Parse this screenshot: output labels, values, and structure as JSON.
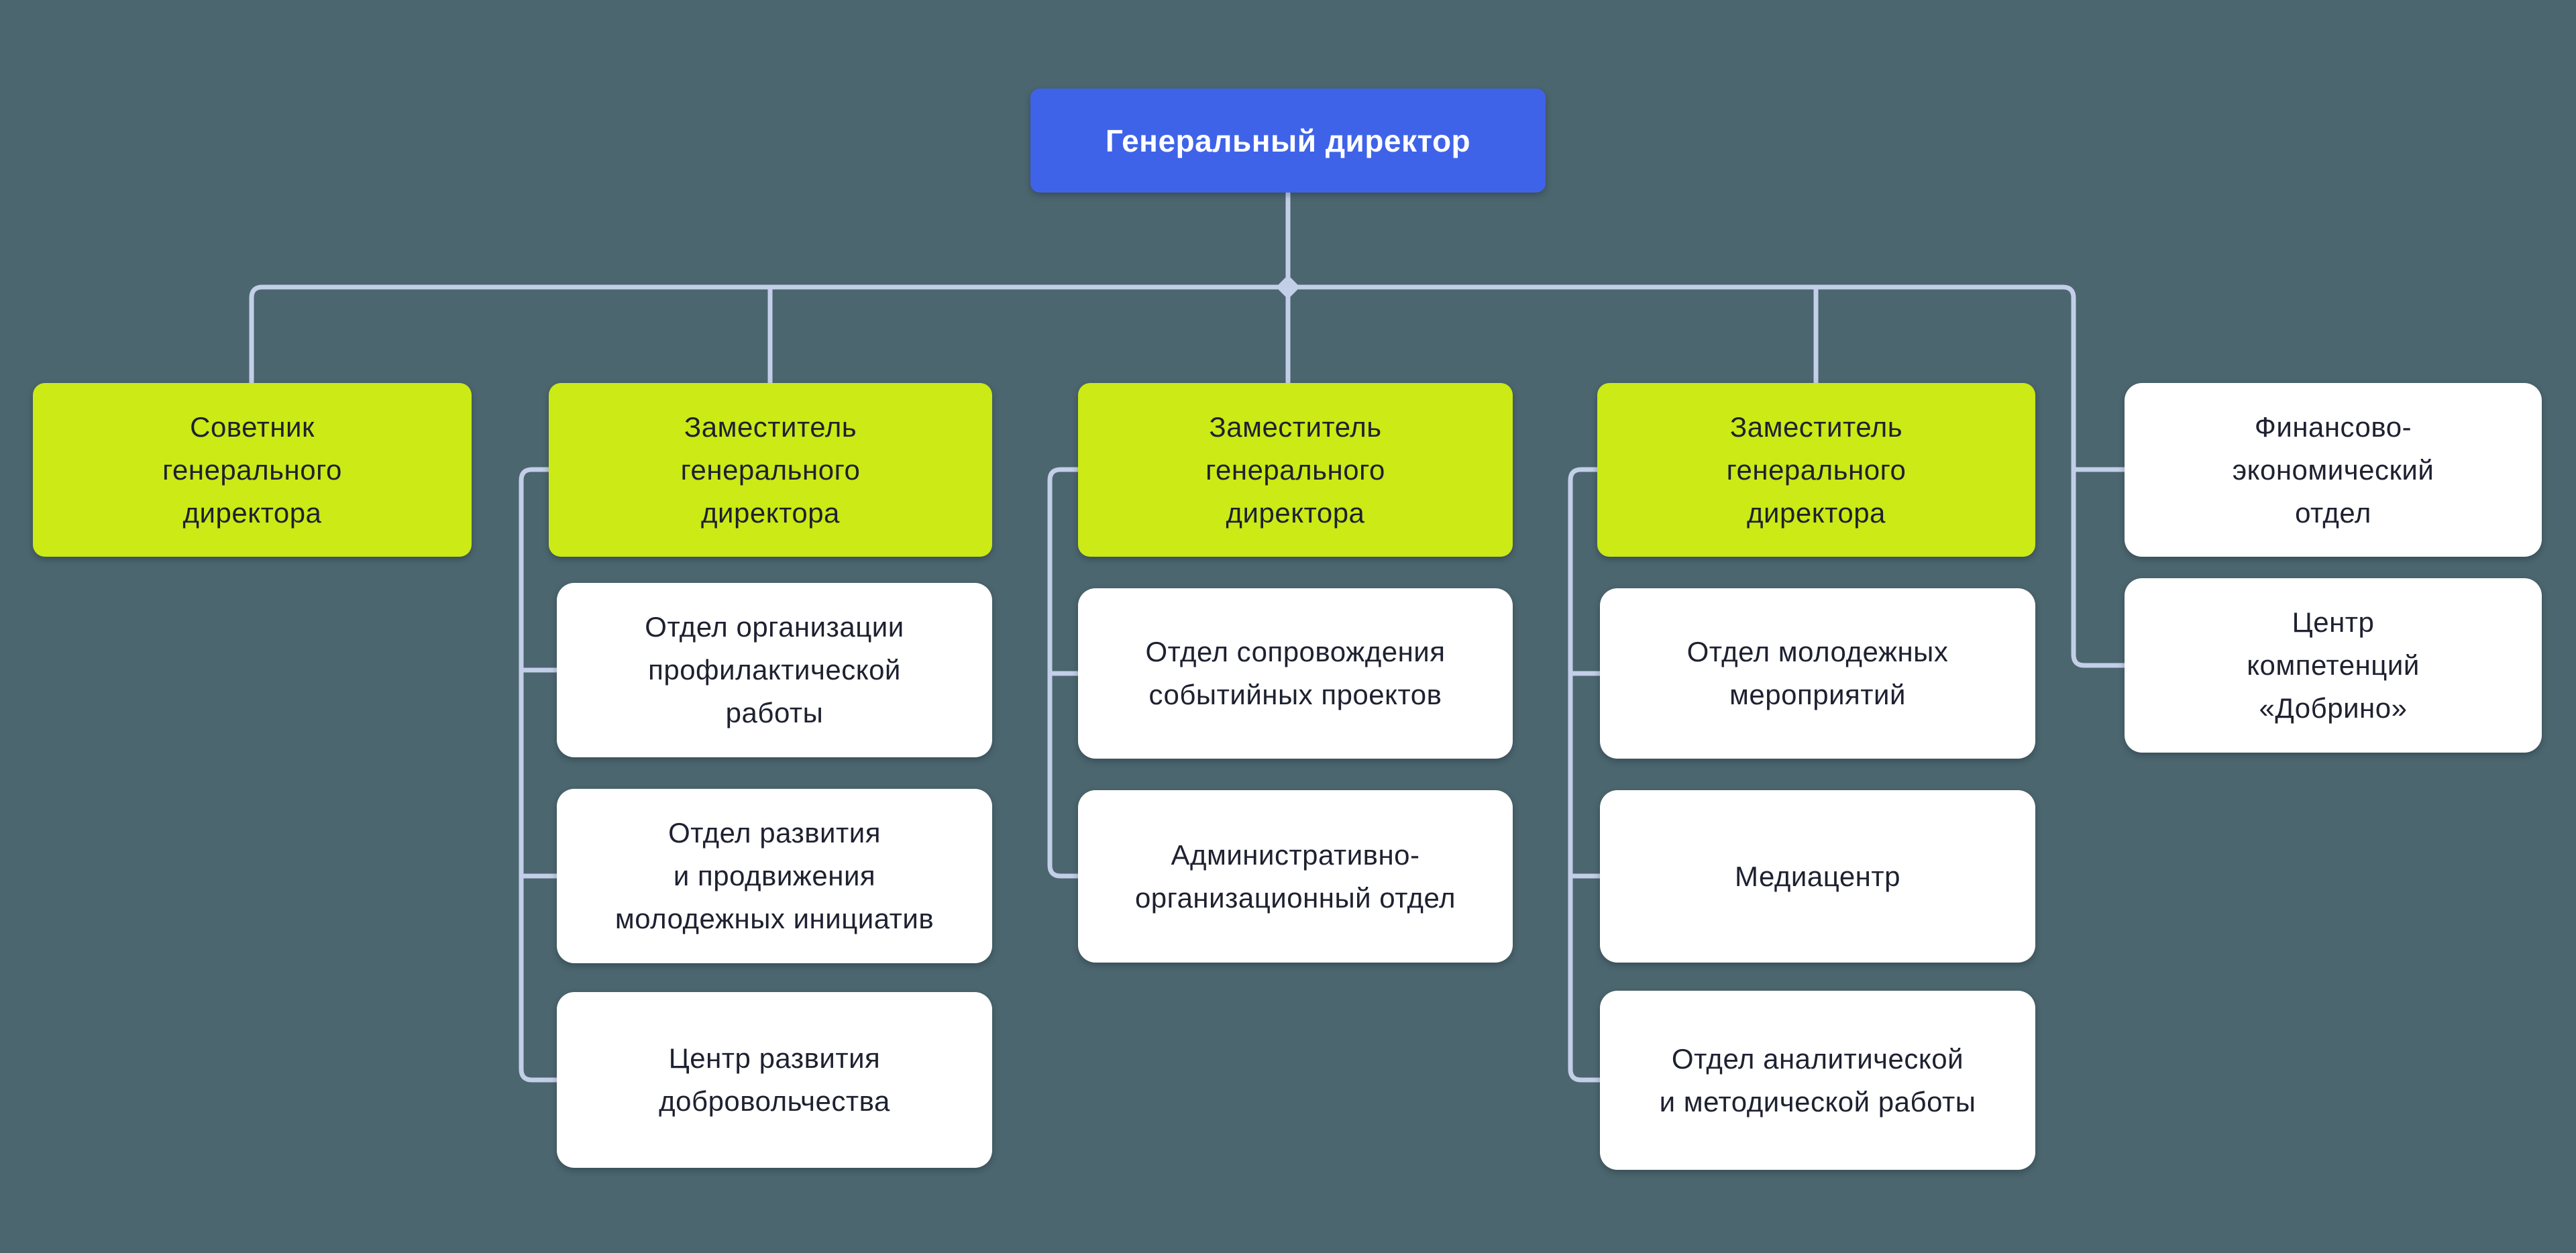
{
  "diagram": {
    "type": "org-chart",
    "language": "ru"
  },
  "colors": {
    "background": "#4C666F",
    "director_fill": "#3F63E8",
    "director_text": "#FFFFFF",
    "management_fill": "#CBEA16",
    "department_fill": "#FFFFFF",
    "node_text": "#1E2130",
    "connector_line": "#C3CFE8"
  },
  "nodes": {
    "ceo": {
      "label": "Генеральный директор",
      "parent": null
    },
    "advisor": {
      "label": "Советник\nгенерального\nдиректора",
      "parent": "ceo"
    },
    "deputy_prevention": {
      "label": "Заместитель\nгенерального\nдиректора",
      "parent": "ceo"
    },
    "deputy_events": {
      "label": "Заместитель\nгенерального\nдиректора",
      "parent": "ceo"
    },
    "deputy_youth": {
      "label": "Заместитель\nгенерального\nдиректора",
      "parent": "ceo"
    },
    "finance_dept": {
      "label": "Финансово-\nэкономический\nотдел",
      "parent": "ceo"
    },
    "dobrino_center": {
      "label": "Центр\nкомпетенций\n«Добрино»",
      "parent": "ceo"
    },
    "prevention_dept": {
      "label": "Отдел организации\nпрофилактической\nработы",
      "parent": "deputy_prevention"
    },
    "initiatives_dept": {
      "label": "Отдел развития\nи продвижения\nмолодежных инициатив",
      "parent": "deputy_prevention"
    },
    "volunteering_center": {
      "label": "Центр развития\nдобровольчества",
      "parent": "deputy_prevention"
    },
    "event_projects_dept": {
      "label": "Отдел сопровождения\nсобытийных проектов",
      "parent": "deputy_events"
    },
    "admin_org_dept": {
      "label": "Административно-\nорганизационный отдел",
      "parent": "deputy_events"
    },
    "youth_events_dept": {
      "label": "Отдел молодежных\nмероприятий",
      "parent": "deputy_youth"
    },
    "media_center": {
      "label": "Медиацентр",
      "parent": "deputy_youth"
    },
    "analytics_dept": {
      "label": "Отдел аналитической\nи методической работы",
      "parent": "deputy_youth"
    }
  }
}
